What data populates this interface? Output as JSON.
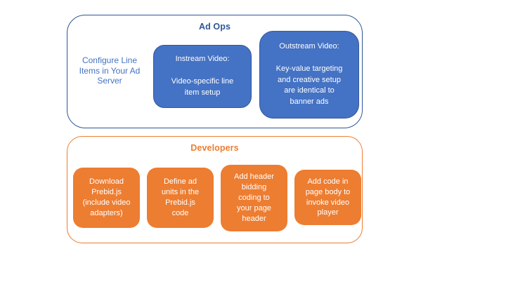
{
  "diagram": {
    "adops": {
      "title": "Ad Ops",
      "side_note": "Configure Line\nItems in Your Ad\nServer",
      "instream_box": "Instream Video:\n\nVideo-specific line\nitem setup",
      "outstream_box": "Outstream Video:\n\nKey-value targeting\nand creative setup\nare identical to\nbanner ads"
    },
    "developers": {
      "title": "Developers",
      "steps": [
        {
          "text": "Download\nPrebid.js\n(include video\nadapters)"
        },
        {
          "text": "Define ad\nunits in the\nPrebid.js\ncode"
        },
        {
          "text": "Add header\nbidding\ncoding to\nyour page\nheader"
        },
        {
          "text": "Add code in\npage body to\ninvoke video\nplayer"
        }
      ]
    },
    "colors": {
      "blue_fill": "#4472C4",
      "blue_border": "#2F5597",
      "orange": "#ED7D31",
      "background": "#FFFFFF"
    }
  }
}
